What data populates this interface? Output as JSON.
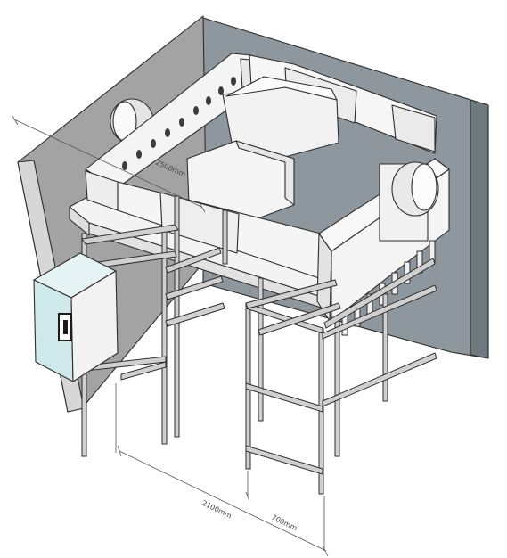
{
  "dimensions": {
    "depth_label": "2500mm",
    "width_label": "2100mm",
    "aisle_label": "700mm"
  },
  "colors": {
    "back_wall": "#8e979d",
    "back_wall_edge": "#6c767c",
    "left_wall": "#a3a3a3",
    "panel_box": "#cfe8ea",
    "beam": "#f1f1f1",
    "frame": "#c9c9c9",
    "line": "#2d2d2d"
  },
  "components": {
    "control_panel_icon": "switch-icon",
    "fan_icon": "blower-fan-icon"
  }
}
